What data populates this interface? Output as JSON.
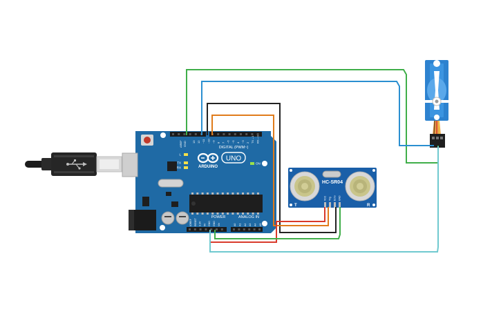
{
  "colors": {
    "background": "#ffffff",
    "board": "#1f6aa5",
    "board_dark": "#174f7c",
    "sensor_board": "#1a5fa8",
    "servo_body": "#2d82cf",
    "wire_green": "#3fae49",
    "wire_blue": "#2a8fd0",
    "wire_orange": "#e07b1a",
    "wire_black": "#222222",
    "wire_red": "#d93a2b",
    "wire_cyan": "#6fc9cf"
  },
  "arduino": {
    "logo": "UNO",
    "brand": "ARDUINO",
    "digital_header": "DIGITAL (PWM~)",
    "power_header": "POWER",
    "analog_header": "ANALOG IN",
    "on_led": "ON",
    "l_led": "L",
    "tx_led": "TX",
    "rx_led": "RX",
    "aref_label": "AREF",
    "gnd_label": "GND",
    "digital_pins": [
      "13",
      "12",
      "~11",
      "~10",
      "~9",
      "8",
      "7",
      "~6",
      "~5",
      "4",
      "~3",
      "2",
      "TX→1",
      "RX←0"
    ],
    "power_pins": [
      "IOREF",
      "RESET",
      "3.3V",
      "5V",
      "GND",
      "GND",
      "Vin"
    ],
    "analog_pins": [
      "A0",
      "A1",
      "A2",
      "A3",
      "A4",
      "A5"
    ]
  },
  "sensor": {
    "model": "HC-SR04",
    "t_label": "T",
    "r_label": "R",
    "pins": [
      "VCC",
      "Trig",
      "Echo",
      "GND"
    ]
  },
  "servo": {
    "icon": "micro-servo-icon"
  },
  "usb": {
    "icon": "usb-b-cable-icon"
  }
}
